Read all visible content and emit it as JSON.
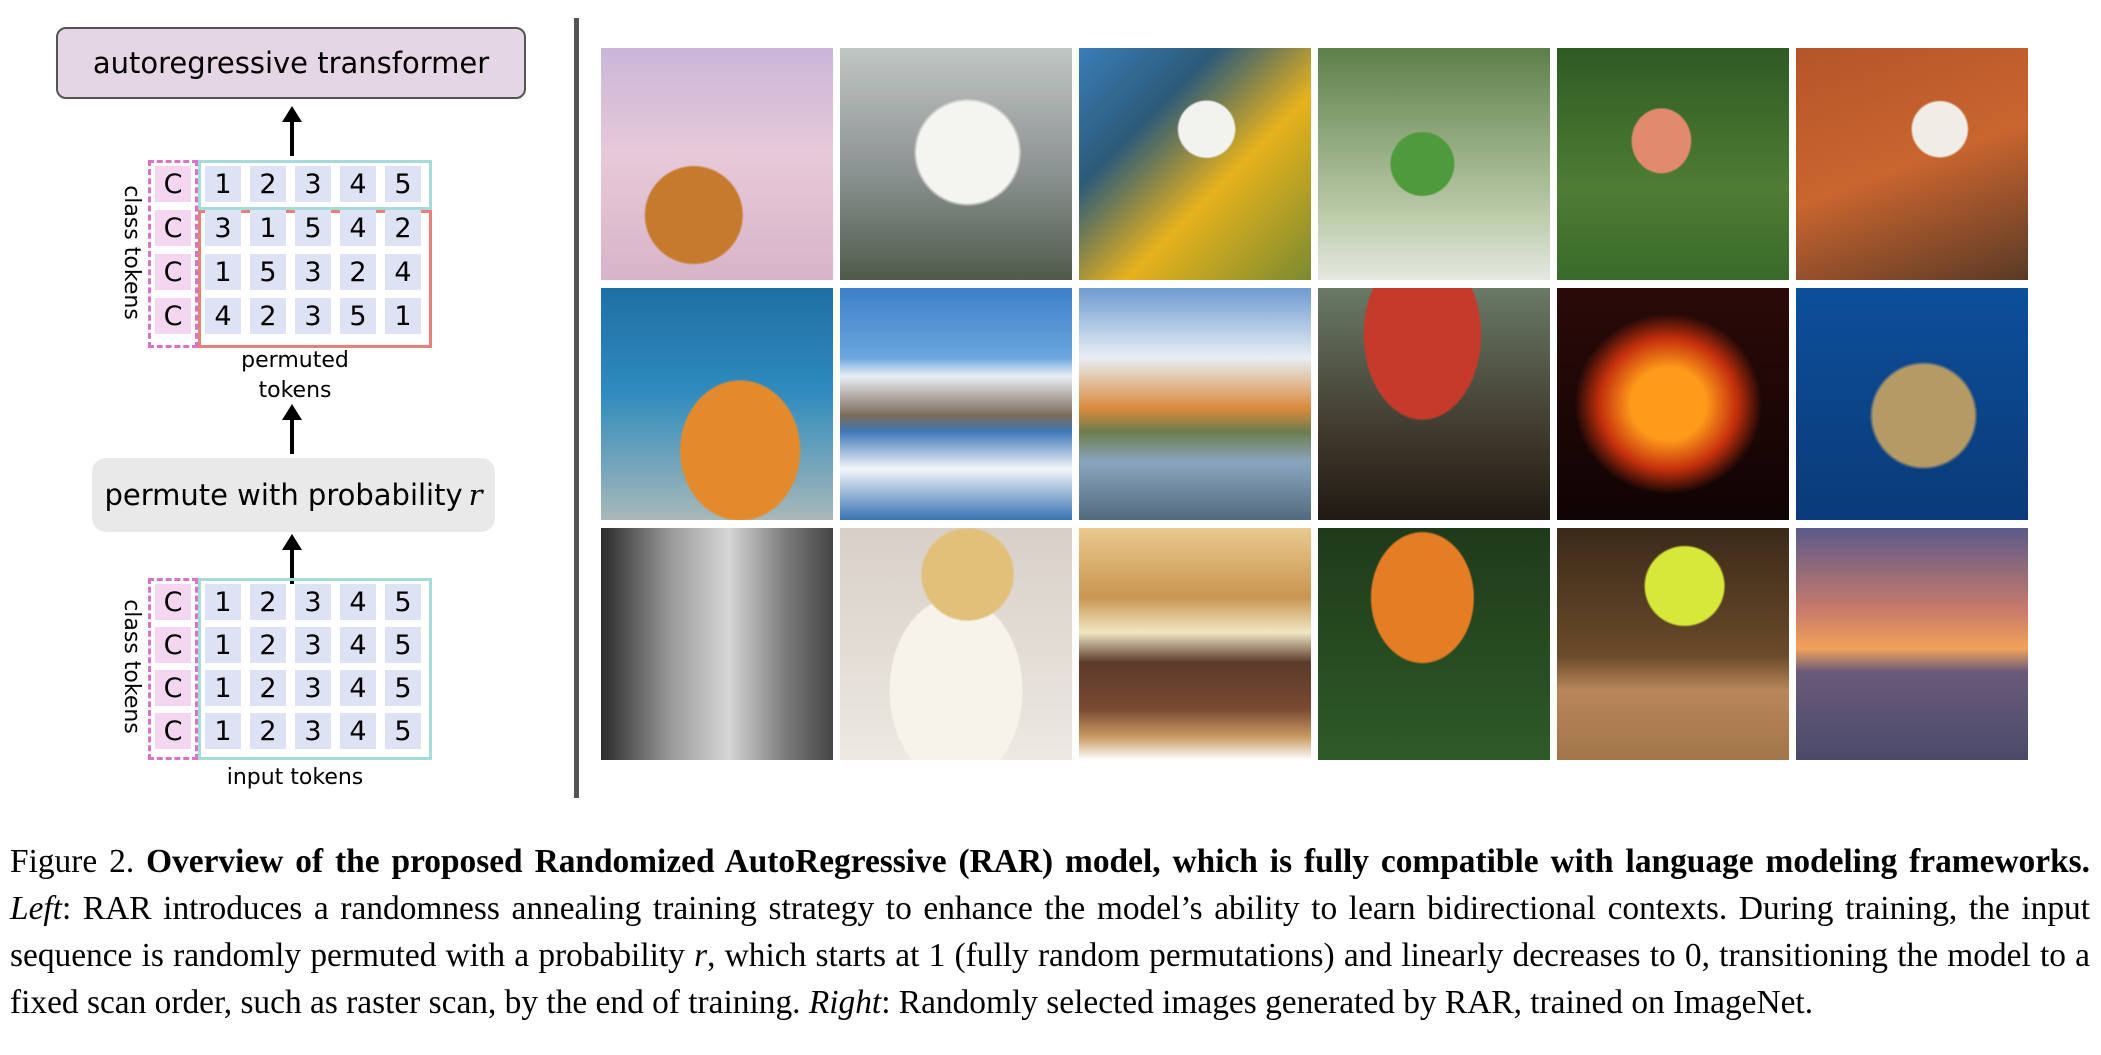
{
  "diagram": {
    "top_box": "autoregressive transformer",
    "middle_box_text": "permute with probability",
    "middle_box_var": "r",
    "class_tokens_label": "class tokens",
    "class_token": "C",
    "first_row": [
      "1",
      "2",
      "3",
      "4",
      "5"
    ],
    "permuted_rows": [
      [
        "3",
        "1",
        "5",
        "4",
        "2"
      ],
      [
        "1",
        "5",
        "3",
        "2",
        "4"
      ],
      [
        "4",
        "2",
        "3",
        "5",
        "1"
      ]
    ],
    "permuted_label_1": "permuted",
    "permuted_label_2": "tokens",
    "input_rows": [
      [
        "1",
        "2",
        "3",
        "4",
        "5"
      ],
      [
        "1",
        "2",
        "3",
        "4",
        "5"
      ],
      [
        "1",
        "2",
        "3",
        "4",
        "5"
      ],
      [
        "1",
        "2",
        "3",
        "4",
        "5"
      ]
    ],
    "input_label": "input tokens",
    "colors": {
      "class_token_bg": "#f4d6f0",
      "token_bg": "#dde3f4",
      "pink_dash": "#d774c8",
      "teal": "#a6dbd9",
      "red": "#e77f7a",
      "top_box_bg": "#e4d6e4",
      "middle_box_bg": "#e9e9e9"
    }
  },
  "images": [
    {
      "name": "golden-retriever-image"
    },
    {
      "name": "cockatoo-image"
    },
    {
      "name": "macaw-image"
    },
    {
      "name": "lorikeet-image"
    },
    {
      "name": "flamingo-image"
    },
    {
      "name": "red-panda-image"
    },
    {
      "name": "coral-reef-image"
    },
    {
      "name": "volcano-mountain-image"
    },
    {
      "name": "lake-landscape-image"
    },
    {
      "name": "mushroom-image"
    },
    {
      "name": "lava-volcano-image"
    },
    {
      "name": "sea-turtle-image"
    },
    {
      "name": "fountain-child-image"
    },
    {
      "name": "dessert-plate-image"
    },
    {
      "name": "cheeseburger-image"
    },
    {
      "name": "monarch-butterfly-image"
    },
    {
      "name": "tennis-ball-image"
    },
    {
      "name": "sunset-lake-image"
    }
  ],
  "caption": {
    "fig": "Figure 2.",
    "bold": "Overview of the proposed Randomized AutoRegressive (RAR) model, which is fully compatible with language modeling frameworks.",
    "left_label": "Left",
    "left_text": ": RAR introduces a randomness annealing training strategy to enhance the model’s ability to learn bidirectional contexts. During training, the input sequence is randomly permuted with a probability",
    "r": "r",
    "left_text_2": ", which starts at 1 (fully random permutations) and linearly decreases to 0, transitioning the model to a fixed scan order, such as raster scan, by the end of training.",
    "right_label": "Right",
    "right_text": ": Randomly selected images generated by RAR, trained on ImageNet."
  }
}
